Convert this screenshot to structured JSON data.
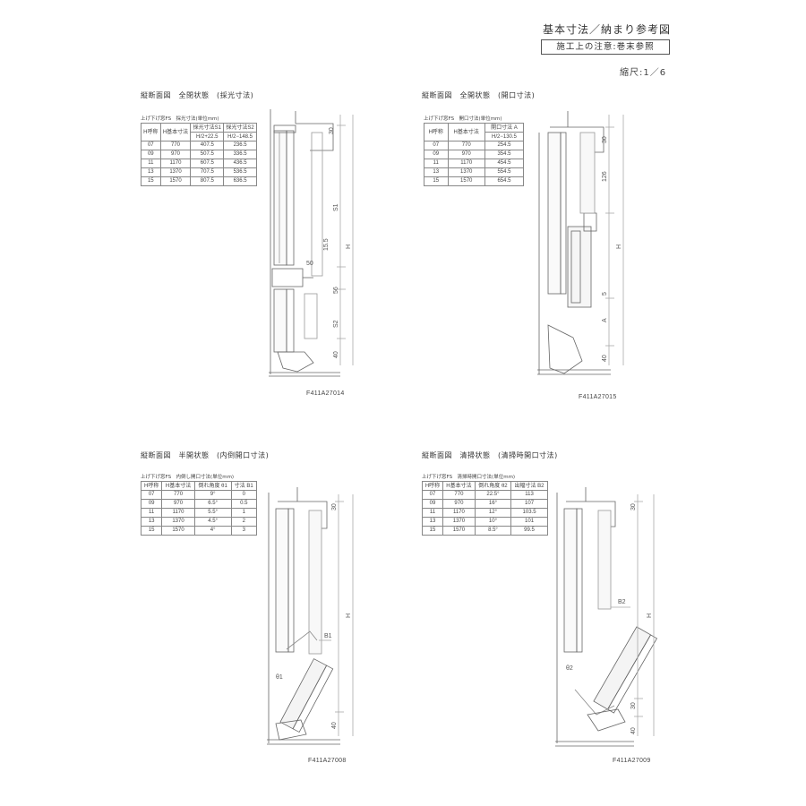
{
  "header": {
    "title": "基本寸法／納まり参考図",
    "note": "施工上の注意:巻末参照",
    "scale": "縮尺:1／6"
  },
  "sections": [
    {
      "title": "縦断面図　全閉状態　(採光寸法)",
      "caption": "上げ下げ窓FS　採光寸法(単位mm)",
      "columns": [
        "H呼称",
        "H基本寸法",
        "採光寸法S1",
        "採光寸法S2"
      ],
      "formulas": [
        "",
        "",
        "H/2+22.5",
        "H/2−148.5"
      ],
      "rows": [
        [
          "07",
          "770",
          "407.5",
          "236.5"
        ],
        [
          "09",
          "970",
          "507.5",
          "336.5"
        ],
        [
          "11",
          "1170",
          "607.5",
          "436.5"
        ],
        [
          "13",
          "1370",
          "707.5",
          "536.5"
        ],
        [
          "15",
          "1570",
          "807.5",
          "636.5"
        ]
      ],
      "dims": [
        "30",
        "S1",
        "15.5",
        "50",
        "H",
        "56",
        "S2",
        "40"
      ],
      "code": "F411A27014"
    },
    {
      "title": "縦断面図　全開状態　(開口寸法)",
      "caption": "上げ下げ窓FS　開口寸法(単位mm)",
      "columns": [
        "H呼称",
        "H基本寸法",
        "開口寸法 A"
      ],
      "formulas": [
        "",
        "",
        "H/2−130.5"
      ],
      "rows": [
        [
          "07",
          "770",
          "254.5"
        ],
        [
          "09",
          "970",
          "354.5"
        ],
        [
          "11",
          "1170",
          "454.5"
        ],
        [
          "13",
          "1370",
          "554.5"
        ],
        [
          "15",
          "1570",
          "654.5"
        ]
      ],
      "dims": [
        "30",
        "126",
        "H",
        "5",
        "A",
        "40"
      ],
      "code": "F411A27015"
    },
    {
      "title": "縦断面図　半開状態　(内倒開口寸法)",
      "caption": "上げ下げ窓FS　内倒し開口寸法(単位mm)",
      "columns": [
        "H呼称",
        "H基本寸法",
        "倒れ角度 θ1",
        "寸法 B1"
      ],
      "rows": [
        [
          "07",
          "770",
          "9°",
          "0"
        ],
        [
          "09",
          "970",
          "6.5°",
          "0.5"
        ],
        [
          "11",
          "1170",
          "5.5°",
          "1"
        ],
        [
          "13",
          "1370",
          "4.5°",
          "2"
        ],
        [
          "15",
          "1570",
          "4°",
          "3"
        ]
      ],
      "dims": [
        "30",
        "H",
        "B1",
        "θ1",
        "40"
      ],
      "code": "F411A27008"
    },
    {
      "title": "縦断面図　清掃状態　(清掃時開口寸法)",
      "caption": "上げ下げ窓FS　清掃時開口寸法(単位mm)",
      "columns": [
        "H呼称",
        "H基本寸法",
        "倒れ角度 θ2",
        "出幅寸法 B2"
      ],
      "rows": [
        [
          "07",
          "770",
          "22.5°",
          "113"
        ],
        [
          "09",
          "970",
          "16°",
          "107"
        ],
        [
          "11",
          "1170",
          "12°",
          "103.5"
        ],
        [
          "13",
          "1370",
          "10°",
          "101"
        ],
        [
          "15",
          "1570",
          "8.5°",
          "99.5"
        ]
      ],
      "dims": [
        "30",
        "H",
        "B2",
        "θ2",
        "30",
        "40"
      ],
      "code": "F411A27009"
    }
  ]
}
